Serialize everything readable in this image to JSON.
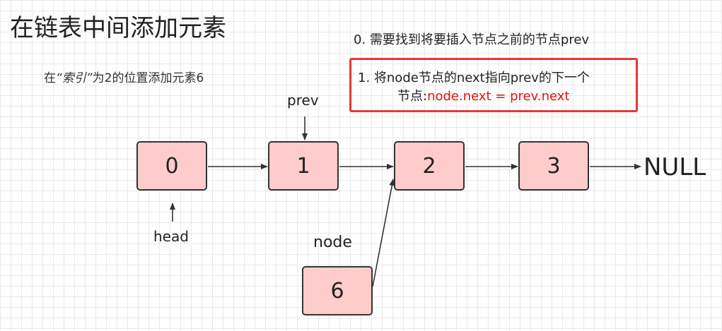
{
  "title": "在链表中间添加元素",
  "subtitle": {
    "before": "在",
    "quoted": "“索引”",
    "after": "为2的位置添加元素6"
  },
  "steps": {
    "step0": "0. 需要找到将要插入节点之前的节点prev",
    "step1_line1": "1. 将node节点的next指向prev的下一个",
    "step1_line2_prefix": "节点:",
    "step1_code": "node.next = prev.next"
  },
  "nodes": [
    {
      "id": "0",
      "value": "0"
    },
    {
      "id": "1",
      "value": "1"
    },
    {
      "id": "2",
      "value": "2"
    },
    {
      "id": "3",
      "value": "3"
    },
    {
      "id": "6",
      "value": "6"
    }
  ],
  "labels": {
    "prev": "prev",
    "head": "head",
    "node": "node",
    "null": "NULL"
  },
  "colors": {
    "node_fill": "#ffcccc",
    "highlight_border": "#e53935",
    "code_text": "#e8100f"
  }
}
